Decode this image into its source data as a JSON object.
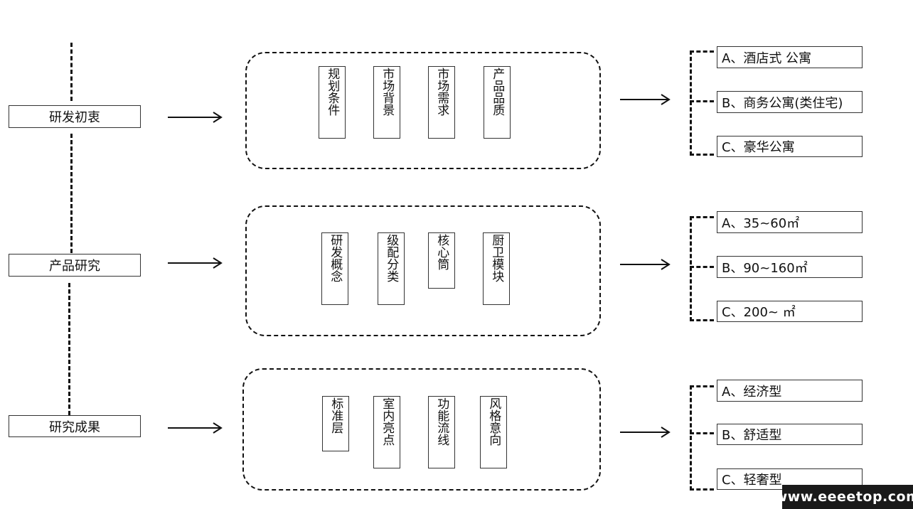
{
  "stages": [
    {
      "label": "研发初衷",
      "factors": [
        "规划条件",
        "市场背景",
        "市场需求",
        "产品品质"
      ],
      "outcomes": [
        "A、酒店式 公寓",
        "B、商务公寓(类住宅)",
        "C、豪华公寓"
      ]
    },
    {
      "label": "产品研究",
      "factors": [
        "研发概念",
        "级配分类",
        "核心筒",
        "厨卫模块"
      ],
      "outcomes": [
        "A、35~60㎡",
        "B、90~160㎡",
        "C、200~      ㎡"
      ]
    },
    {
      "label": "研究成果",
      "factors": [
        "标准层",
        "室内亮点",
        "功能流线",
        "风格意向"
      ],
      "outcomes": [
        "A、经济型",
        "B、舒适型",
        "C、轻奢型"
      ]
    }
  ],
  "watermark": "www.eeeetop.com"
}
